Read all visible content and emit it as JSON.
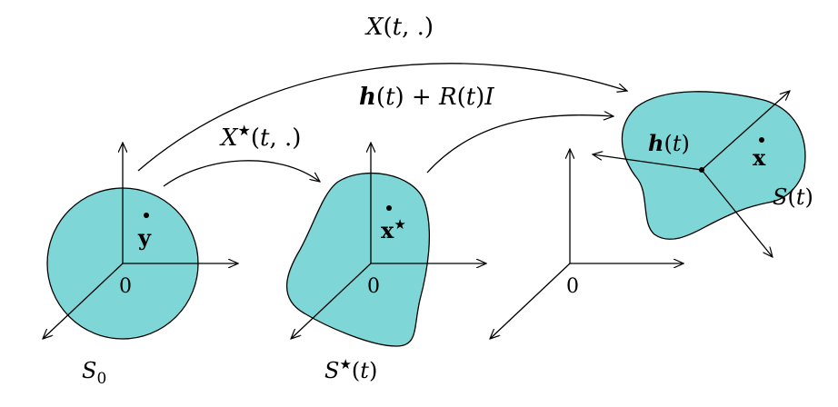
{
  "diagram": {
    "fill_color": "#7fd6d6",
    "stroke_color": "#000000",
    "labels": {
      "map_full": "X(t, .)",
      "map_normalized": "X*(t, .)",
      "map_affine": "h(t) + R(t)I",
      "set_initial": "S0",
      "set_normalized": "S*(t)",
      "set_current": "S(t)",
      "point_initial": "y",
      "point_normalized": "x*",
      "point_current": "x",
      "center": "h(t)",
      "origin": "0"
    }
  }
}
